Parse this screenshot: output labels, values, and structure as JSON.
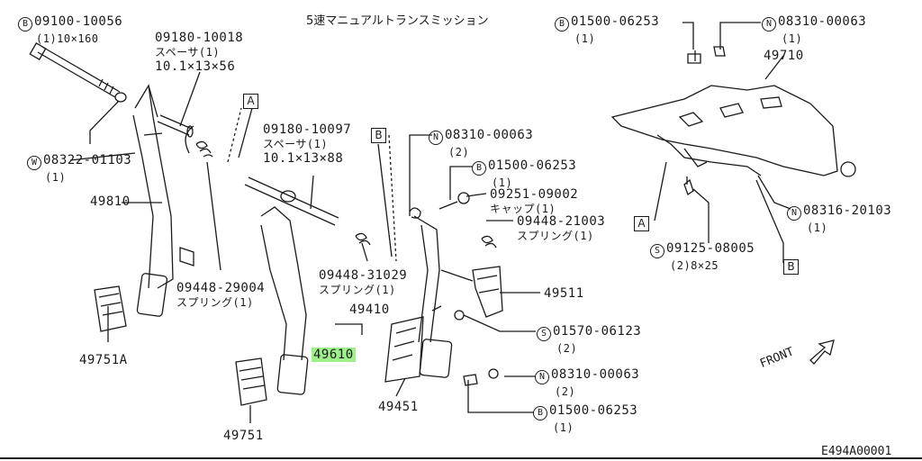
{
  "diagram": {
    "title": "5速マニュアルトランスミッション",
    "drawing_code": "E494A00001",
    "front_label": "FRONT",
    "part_labels": [
      {
        "id": "p1",
        "marker": "B",
        "number": "09100-10056",
        "spec": "(1)10×160"
      },
      {
        "id": "p2",
        "marker": "",
        "number": "09180-10018",
        "desc": "スペーサ(1)",
        "spec": "10.1×13×56"
      },
      {
        "id": "p3",
        "marker": "W",
        "number": "08322-01103",
        "spec": "(1)"
      },
      {
        "id": "p4",
        "marker": "",
        "number": "49810"
      },
      {
        "id": "p5",
        "marker": "",
        "number": "09448-29004",
        "desc": "スプリング(1)"
      },
      {
        "id": "p6",
        "marker": "",
        "number": "49751A"
      },
      {
        "id": "p7",
        "marker": "",
        "number": "09180-10097",
        "desc": "スペーサ(1)",
        "spec": "10.1×13×88"
      },
      {
        "id": "p8",
        "marker": "",
        "number": "09448-31029",
        "desc": "スプリング(1)"
      },
      {
        "id": "p9",
        "marker": "",
        "number": "49410"
      },
      {
        "id": "p10",
        "marker": "",
        "number": "49610",
        "highlighted": true
      },
      {
        "id": "p11",
        "marker": "",
        "number": "49751"
      },
      {
        "id": "p12",
        "marker": "",
        "number": "49451"
      },
      {
        "id": "p13",
        "marker": "N",
        "number": "08310-00063",
        "spec": "(2)"
      },
      {
        "id": "p14",
        "marker": "B",
        "number": "01500-06253",
        "spec": "(1)"
      },
      {
        "id": "p15",
        "marker": "",
        "number": "09251-09002",
        "desc": "キャップ(1)"
      },
      {
        "id": "p16",
        "marker": "",
        "number": "09448-21003",
        "desc": "スプリング(1)"
      },
      {
        "id": "p17",
        "marker": "",
        "number": "49511"
      },
      {
        "id": "p18",
        "marker": "S",
        "number": "01570-06123",
        "spec": "(2)"
      },
      {
        "id": "p19",
        "marker": "N",
        "number": "08310-00063",
        "spec": "(2)"
      },
      {
        "id": "p20",
        "marker": "B",
        "number": "01500-06253",
        "spec": "(1)"
      },
      {
        "id": "p21",
        "marker": "B",
        "number": "01500-06253",
        "spec": "(1)"
      },
      {
        "id": "p22",
        "marker": "N",
        "number": "08310-00063",
        "spec": "(1)"
      },
      {
        "id": "p23",
        "marker": "",
        "number": "49710"
      },
      {
        "id": "p24",
        "marker": "N",
        "number": "08316-20103",
        "spec": "(1)"
      },
      {
        "id": "p25",
        "marker": "S",
        "number": "09125-08005",
        "spec": "(2)8×25"
      }
    ],
    "reference_boxes": {
      "a1": "A",
      "b1": "B",
      "a2": "A",
      "b2": "B"
    },
    "highlight_color": "#9ef08a"
  }
}
